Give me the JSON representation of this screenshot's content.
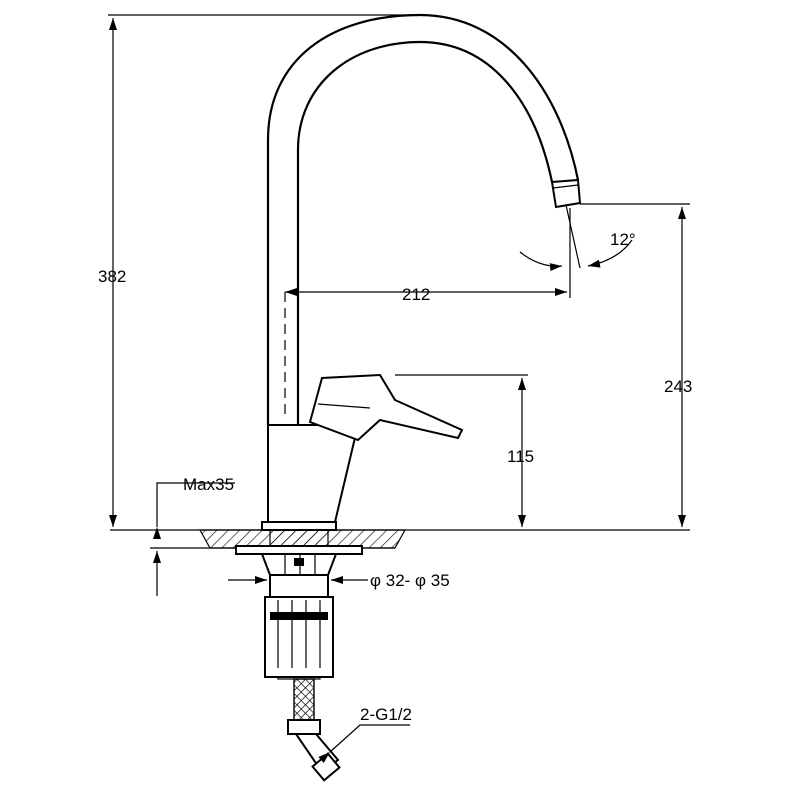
{
  "dimensions": {
    "total_height": "382",
    "spout_reach": "212",
    "spout_angle": "12°",
    "outlet_height": "243",
    "handle_height": "115",
    "max_counter_thickness": "Max35",
    "hole_diameter": "φ 32- φ 35",
    "connection_thread": "2-G1/2"
  }
}
